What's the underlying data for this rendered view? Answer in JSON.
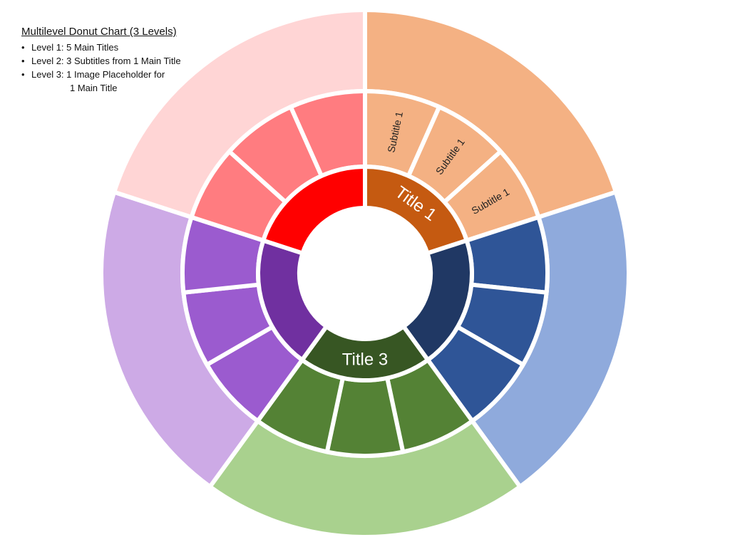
{
  "legend": {
    "title": "Multilevel Donut Chart (3 Levels)",
    "items": [
      "Level 1: 5 Main Titles",
      "Level 2: 3 Subtitles from 1 Main Title",
      "Level 3: 1 Image Placeholder for"
    ],
    "item3_continued": "1 Main Title"
  },
  "chart_data": {
    "type": "multilevel-donut",
    "levels": 3,
    "segments": [
      {
        "main_label": "Title 1",
        "inner_color": "#C55A11",
        "middle_color": "#F4B183",
        "outer_color": "#F4B183",
        "subtitles": [
          "Subtitle 1",
          "Subtitle 1",
          "Subtitle 1"
        ]
      },
      {
        "main_label": "",
        "inner_color": "#203864",
        "middle_color": "#2F5597",
        "outer_color": "#8FAADC",
        "subtitles": [
          "",
          "",
          ""
        ]
      },
      {
        "main_label": "Title 3",
        "inner_color": "#375623",
        "middle_color": "#548235",
        "outer_color": "#A9D18E",
        "subtitles": [
          "",
          "",
          ""
        ]
      },
      {
        "main_label": "",
        "inner_color": "#7030A0",
        "middle_color": "#9B5BCF",
        "outer_color": "#CDAAE6",
        "subtitles": [
          "",
          "",
          ""
        ]
      },
      {
        "main_label": "",
        "inner_color": "#FF0000",
        "middle_color": "#FF7C80",
        "outer_color": "#FFD5D5",
        "subtitles": [
          "",
          "",
          ""
        ]
      }
    ]
  }
}
